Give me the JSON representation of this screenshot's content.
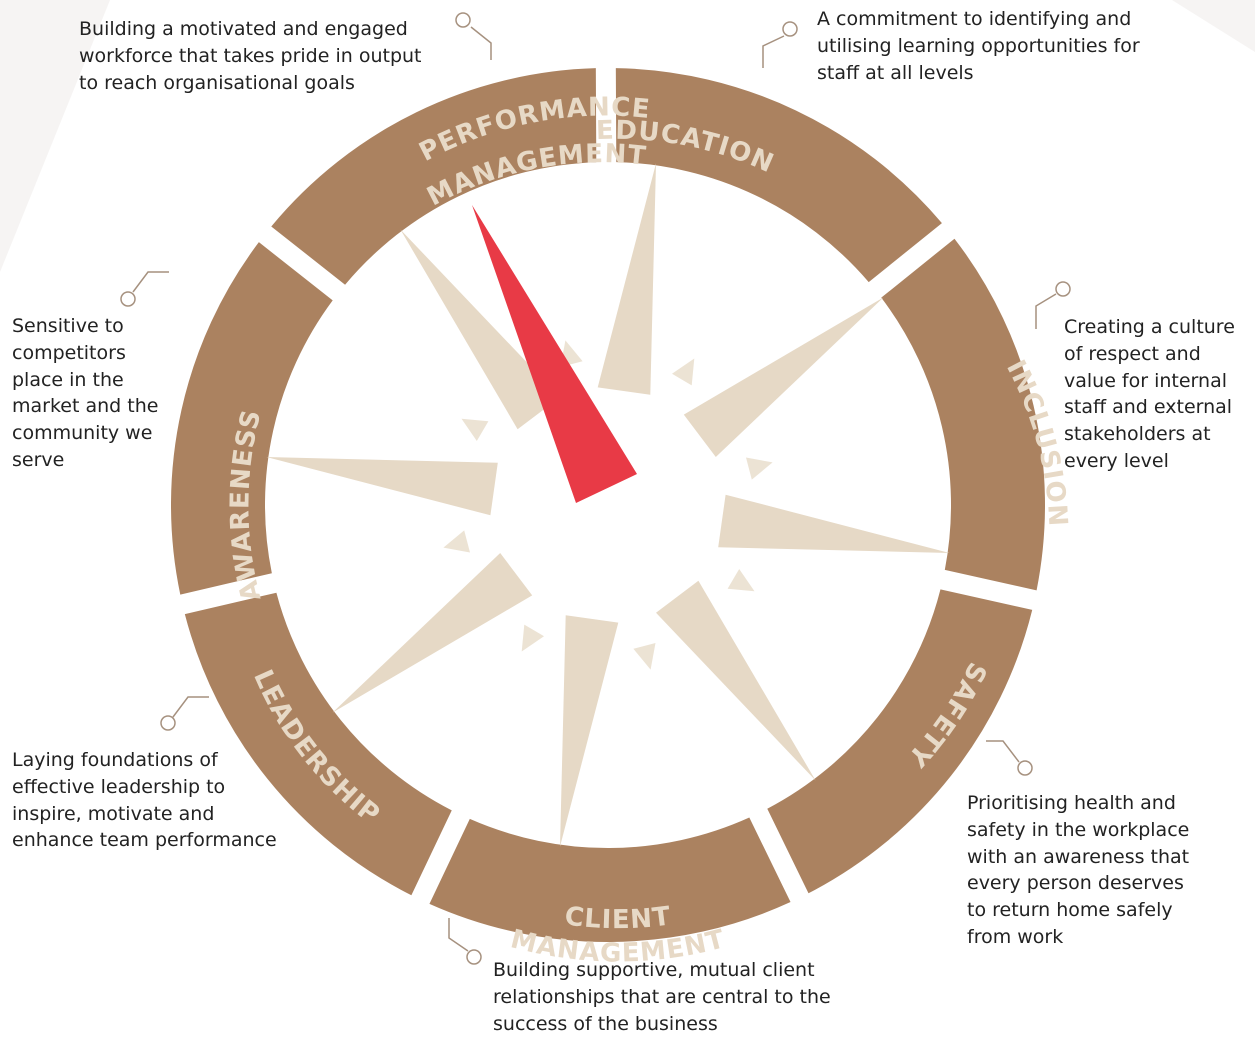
{
  "colors": {
    "segment": "#ab8260",
    "segment_label": "#e7d9c6",
    "star_ray": "#e6d9c6",
    "needle": "#e83a46",
    "connector": "#a6917f",
    "text": "#222222"
  },
  "segments": [
    {
      "id": "performance-management",
      "lines": [
        "PERFORMANCE",
        "MANAGEMENT"
      ]
    },
    {
      "id": "education",
      "lines": [
        "EDUCATION"
      ]
    },
    {
      "id": "inclusion",
      "lines": [
        "INCLUSION"
      ]
    },
    {
      "id": "safety",
      "lines": [
        "SAFETY"
      ]
    },
    {
      "id": "client-management",
      "lines": [
        "CLIENT",
        "MANAGEMENT"
      ]
    },
    {
      "id": "leadership",
      "lines": [
        "LEADERSHIP"
      ]
    },
    {
      "id": "awareness",
      "lines": [
        "AWARENESS"
      ]
    }
  ],
  "descriptions": {
    "performance_management": "Building a motivated and engaged\nworkforce that takes pride in output\nto reach organisational goals",
    "education": "A commitment to identifying and\nutilising learning opportunities for\nstaff at all levels",
    "inclusion": "Creating a culture\nof respect and\nvalue for internal\nstaff and external\nstakeholders at\nevery level",
    "safety": "Prioritising health and\nsafety in the workplace\nwith an awareness that\nevery person deserves\nto return home safely\nfrom work",
    "client_management": "Building supportive, mutual client\nrelationships that are central to the\nsuccess of the business",
    "leadership": "Laying foundations of\neffective leadership to\ninspire, motivate and\nenhance team performance",
    "awareness": "Sensitive to\ncompetitors\nplace in the\nmarket and the\ncommunity we\nserve"
  }
}
